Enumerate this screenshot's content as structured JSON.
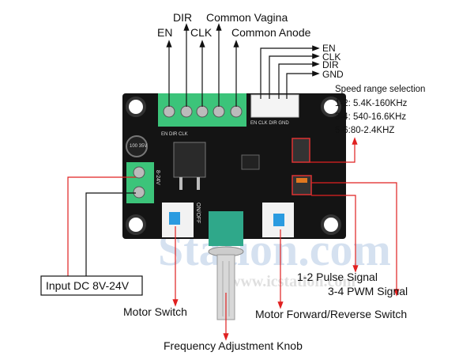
{
  "top_labels": {
    "en": "EN",
    "dir": "DIR",
    "clk": "CLK",
    "common_vagina": "Common Vagina",
    "common_anode": "Common Anode"
  },
  "header_labels": [
    "EN",
    "CLK",
    "DIR",
    "GND"
  ],
  "speed_range": {
    "title": "Speed range selection",
    "options": [
      "1-2: 5.4K-160KHz",
      "3-4: 540-16.6KHz",
      "5-6:80-2.4KHZ"
    ]
  },
  "signal_labels": {
    "pulse": "1-2 Pulse Signal",
    "pwm": "3-4 PWM Signal"
  },
  "input_label": "Input DC 8V-24V",
  "motor_switch_label": "Motor Switch",
  "forward_reverse_label": "Motor Forward/Reverse Switch",
  "knob_label": "Frequency Adjustment Knob",
  "board_silkscreen": {
    "header_pins": "EN CLK DIR GND",
    "terminal_pins": "EN DIR CLK",
    "power": "8-24V",
    "onoff": "ON/OFF",
    "capacitor": "100 35V"
  },
  "watermark": {
    "brand": "Station.com",
    "url": "www.icstation.com"
  },
  "colors": {
    "arrow_red": "#e02020",
    "arrow_black": "#111111",
    "board": "#111111",
    "terminal_green": "#3cc47a",
    "switch_blue": "#2a9be0"
  }
}
